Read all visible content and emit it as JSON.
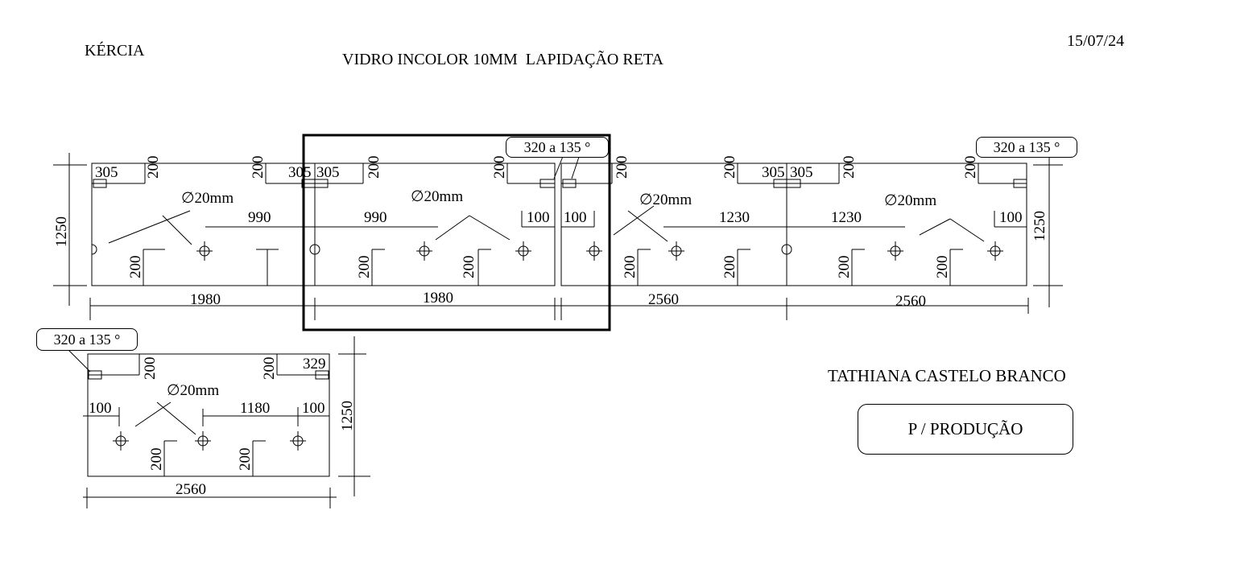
{
  "header": {
    "client": "KÉRCIA",
    "material": "VIDRO INCOLOR 10MM",
    "finish": "LAPIDAÇÃO RETA",
    "date": "15/07/24"
  },
  "footer": {
    "person": "TATHIANA CASTELO BRANCO",
    "stamp": "P / PRODUÇÃO"
  },
  "callouts": {
    "corner_note": "320 a 135 °"
  },
  "hole_diameter_label": "∅20mm",
  "panels": [
    {
      "id": "A",
      "width": "1980",
      "height": "1250",
      "dims": [
        "305",
        "200",
        "200",
        "305",
        "990",
        "200"
      ]
    },
    {
      "id": "B",
      "width": "1980",
      "height": "1250",
      "dims": [
        "305",
        "200",
        "200",
        "990",
        "100",
        "200",
        "200"
      ]
    },
    {
      "id": "C",
      "width": "2560",
      "height": "1250",
      "dims": [
        "200",
        "200",
        "305",
        "100",
        "1230",
        "200",
        "200"
      ]
    },
    {
      "id": "D",
      "width": "2560",
      "height": "1250",
      "dims": [
        "305",
        "200",
        "200",
        "1230",
        "100",
        "200",
        "200"
      ]
    },
    {
      "id": "E",
      "width": "2560",
      "height": "1250",
      "dims": [
        "200",
        "200",
        "329",
        "100",
        "1180",
        "100",
        "200",
        "200"
      ]
    }
  ],
  "colors": {
    "line": "#000000",
    "highlight_frame": "#000000"
  }
}
